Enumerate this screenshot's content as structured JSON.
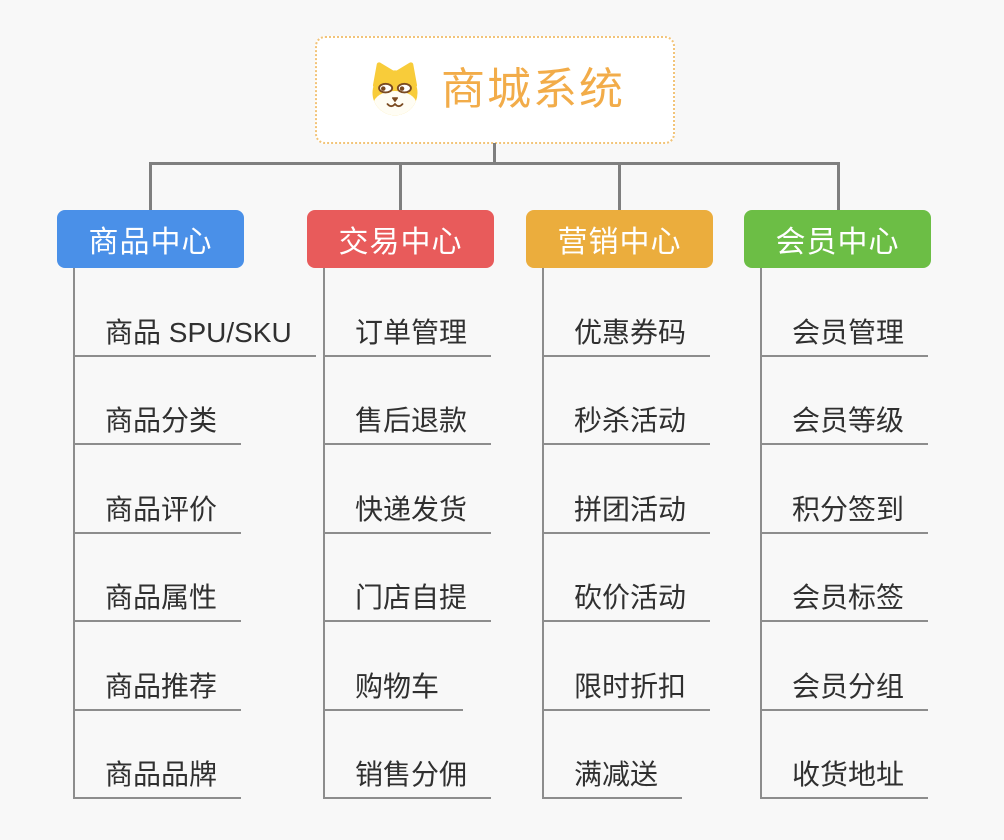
{
  "root": {
    "title": "商城系统",
    "icon": "shiba-dog-icon"
  },
  "branches": [
    {
      "label": "商品中心",
      "color": "#4a90e8",
      "children": [
        "商品 SPU/SKU",
        "商品分类",
        "商品评价",
        "商品属性",
        "商品推荐",
        "商品品牌"
      ]
    },
    {
      "label": "交易中心",
      "color": "#e85b5b",
      "children": [
        "订单管理",
        "售后退款",
        "快递发货",
        "门店自提",
        "购物车",
        "销售分佣"
      ]
    },
    {
      "label": "营销中心",
      "color": "#ebad3d",
      "children": [
        "优惠券码",
        "秒杀活动",
        "拼团活动",
        "砍价活动",
        "限时折扣",
        "满减送"
      ]
    },
    {
      "label": "会员中心",
      "color": "#6cbe45",
      "children": [
        "会员管理",
        "会员等级",
        "积分签到",
        "会员标签",
        "会员分组",
        "收货地址"
      ]
    }
  ],
  "colors": {
    "background": "#f8f8f8",
    "connector": "#7f7f7f",
    "child_line": "#8d8d8d",
    "child_text": "#303030",
    "root_text": "#f2ac49",
    "root_border": "#f2c479"
  }
}
